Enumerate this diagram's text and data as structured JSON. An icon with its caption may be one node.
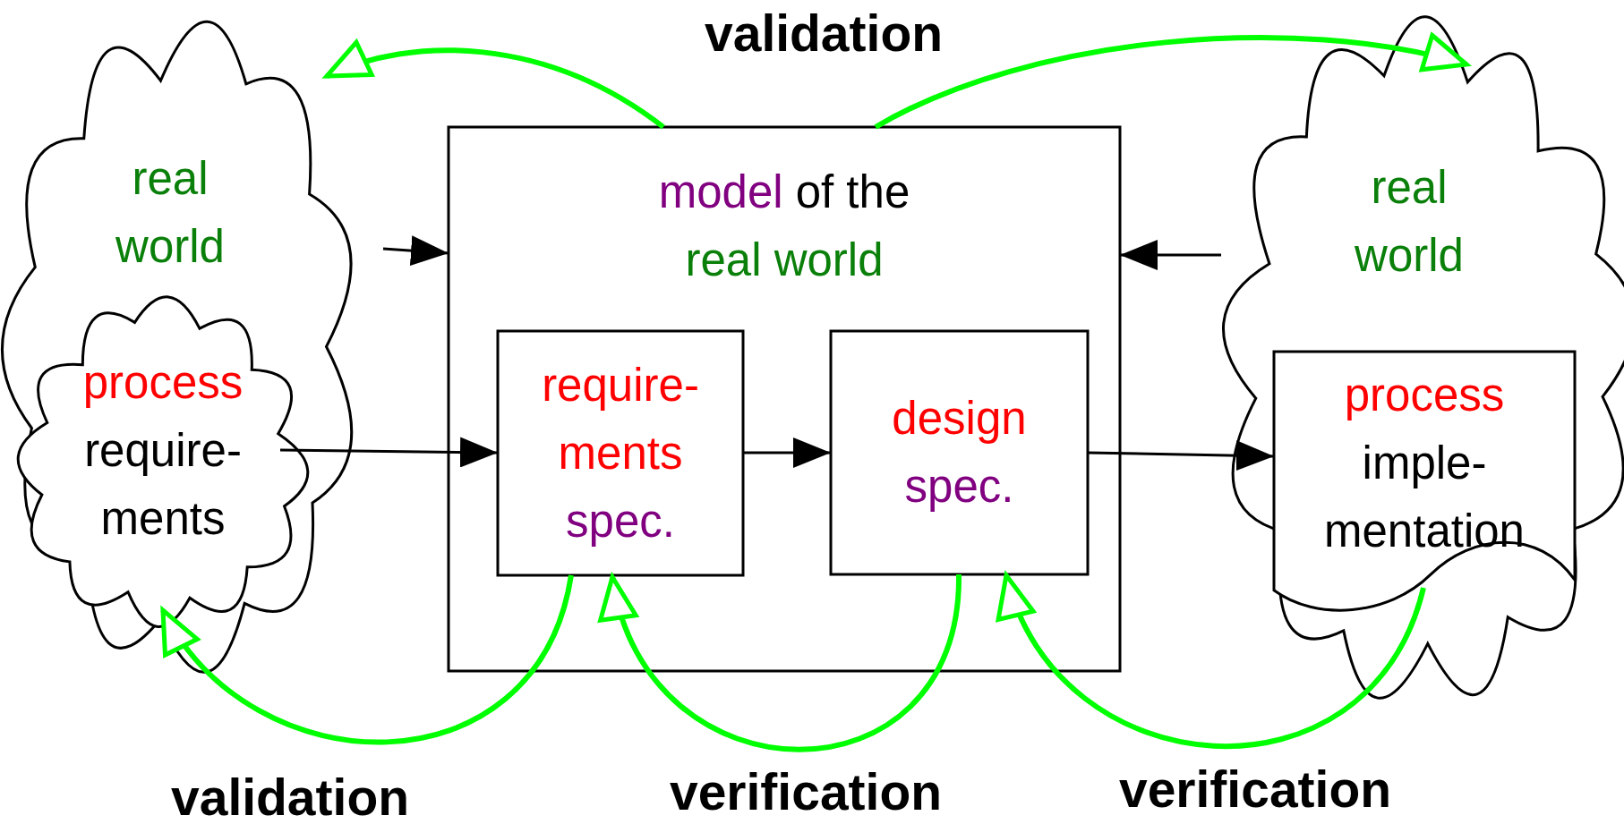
{
  "diagram": {
    "nodes": [
      {
        "text": [
          "real world"
        ]
      },
      {
        "text": [
          "process",
          "require- ments"
        ],
        "in": 0
      },
      {
        "text": [
          "model",
          "of the",
          "real world"
        ]
      },
      {
        "text": [
          "require- ments",
          "spec."
        ],
        "in": 2
      },
      {
        "text": [
          "design",
          "spec."
        ],
        "in": 2
      },
      {
        "text": [
          "real world"
        ]
      },
      {
        "text": [
          "process",
          "imple- mentation"
        ],
        "in": 5
      }
    ],
    "edges": [
      {
        "from": 0,
        "to": 2,
        "arrow": "to"
      },
      {
        "from": 1,
        "to": 3,
        "arrow": "to"
      },
      {
        "from": 3,
        "to": 4,
        "arrow": "to"
      },
      {
        "from": 4,
        "to": 6,
        "arrow": "to"
      },
      {
        "from": 5,
        "to": 2,
        "arrow": "to"
      },
      {
        "from": 2,
        "to": 0,
        "arrow": "to",
        "style": "thick",
        "color": "#00ff00"
      },
      {
        "from": 2,
        "to": 5,
        "arrow": "to",
        "style": "thick",
        "color": "#00ff00"
      },
      {
        "from": 3,
        "to": 1,
        "arrow": "to",
        "style": "thick",
        "color": "#00ff00"
      },
      {
        "from": 4,
        "to": 3,
        "arrow": "to",
        "style": "thick",
        "color": "#00ff00"
      },
      {
        "from": 6,
        "to": 4,
        "arrow": "to",
        "style": "thick",
        "color": "#00ff00"
      }
    ],
    "labels": [
      "validation",
      "validation",
      "verification",
      "verification"
    ]
  }
}
